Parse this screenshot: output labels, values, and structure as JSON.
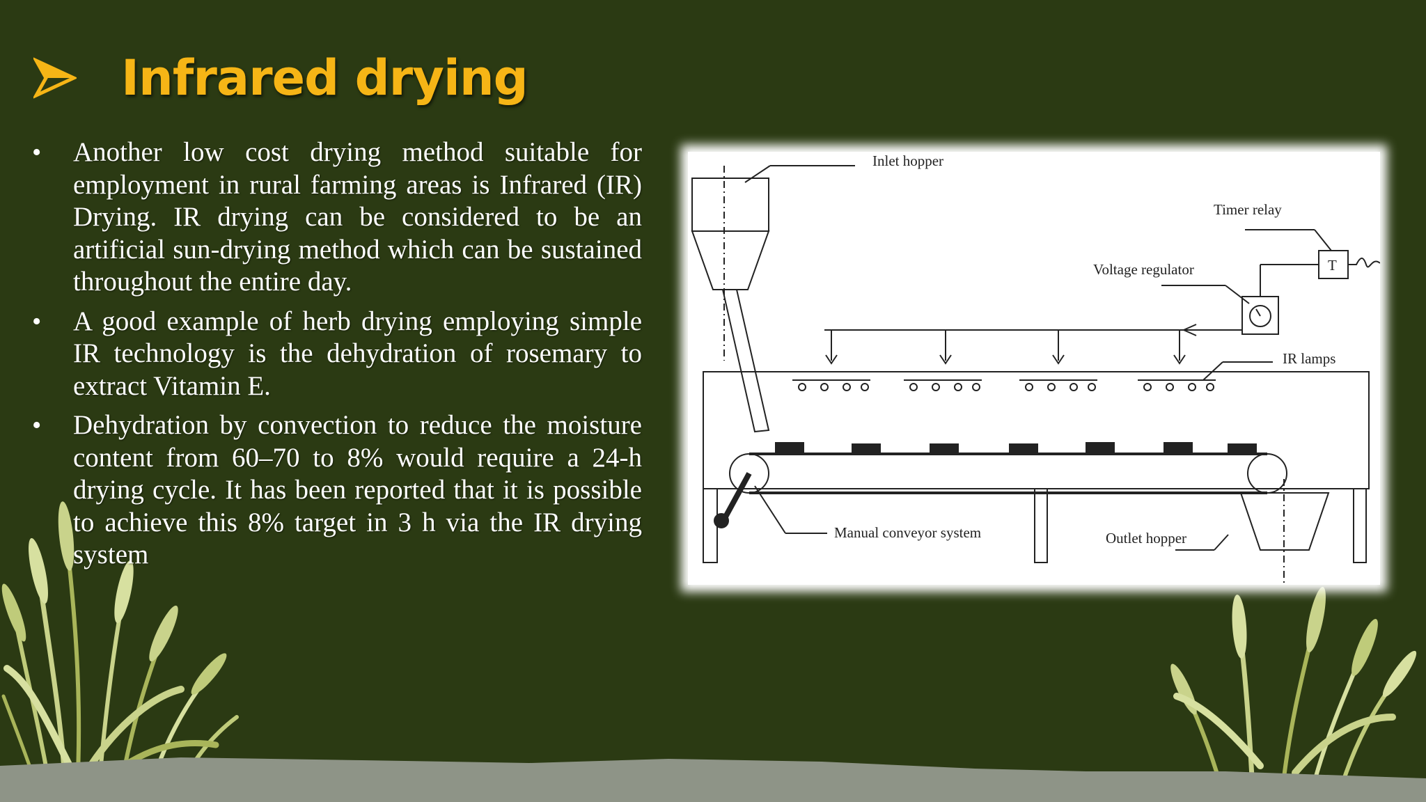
{
  "slide": {
    "title": "Infrared drying",
    "bullets": [
      "Another low cost drying method suitable for employment in rural farming areas is Infrared (IR) Drying. IR drying can be considered to be an artificial sun-drying method which can be sustained throughout the entire day.",
      "A good example of herb drying employing simple IR technology is the dehydration of rosemary to extract Vitamin E.",
      "Dehydration by convection to reduce the moisture content from 60–70 to 8% would require a 24-h drying cycle. It has been reported that it is possible to achieve this 8% target in 3 h via the IR drying system"
    ],
    "bullet_symbol": "•"
  },
  "diagram": {
    "labels": {
      "inlet_hopper": "Inlet hopper",
      "timer_relay": "Timer relay",
      "timer_symbol": "T",
      "voltage_regulator": "Voltage regulator",
      "ir_lamps": "IR lamps",
      "manual_conveyor": "Manual conveyor system",
      "outlet_hopper": "Outlet hopper"
    }
  },
  "colors": {
    "background": "#2b3a13",
    "title": "#f6b516",
    "text": "#ffffff",
    "ground": "#8e9487",
    "grass_light": "#d7e0a0",
    "grass_dark": "#8a9a3a"
  }
}
